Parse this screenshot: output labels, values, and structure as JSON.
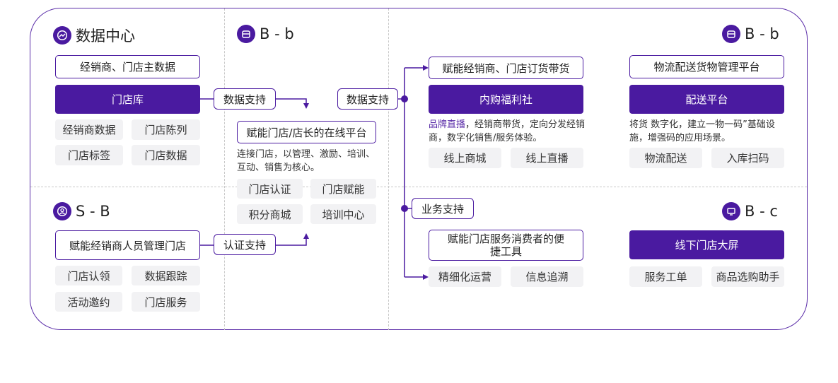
{
  "sections": {
    "data_center": {
      "title": "数据中心",
      "header_box": "经销商、门店主数据",
      "main_box": "门店库",
      "tags": [
        "经销商数据",
        "门店陈列",
        "门店标签",
        "门店数据"
      ]
    },
    "bb_left": {
      "title": "B - b",
      "header_box": "赋能门店/店长的在线平台",
      "desc": "连接门店，以管理、激励、培训、互动、销售为核心。",
      "tags": [
        "门店认证",
        "门店赋能",
        "积分商城",
        "培训中心"
      ]
    },
    "sb": {
      "title": "S - B",
      "header_box": "赋能经销商人员管理门店",
      "tags": [
        "门店认领",
        "数据跟踪",
        "活动邀约",
        "门店服务"
      ]
    },
    "welfare": {
      "header_box": "赋能经销商、门店订货带货",
      "main_box": "内购福利社",
      "desc_highlight": "品牌直播",
      "desc_rest": "，经销商带货，定向分发经销商，数字化销售/服务体验。",
      "tags": [
        "线上商城",
        "线上直播"
      ]
    },
    "consumer": {
      "header_box": "赋能门店服务消费者的便捷工具",
      "tags": [
        "精细化运营",
        "信息追溯"
      ]
    },
    "bb_right": {
      "title": "B - b",
      "header_box": "物流配送货物管理平台",
      "main_box": "配送平台",
      "desc": "将货 数字化，建立一物一码”基础设施，增强码的应用场景。",
      "tags": [
        "物流配送",
        "入库扫码"
      ]
    },
    "bc": {
      "title": "B - c",
      "main_box": "线下门店大屏",
      "tags": [
        "服务工单",
        "商品选购助手"
      ]
    }
  },
  "connectors": {
    "data_support_1": "数据支持",
    "data_support_2": "数据支持",
    "business_support": "业务支持",
    "cert_support": "认证支持"
  },
  "colors": {
    "primary": "#4a1aa0",
    "border": "#5a2ca8",
    "tag_bg": "#f2f2f4"
  },
  "icons": [
    "chart-icon",
    "store-icon",
    "user-icon",
    "screen-icon"
  ]
}
